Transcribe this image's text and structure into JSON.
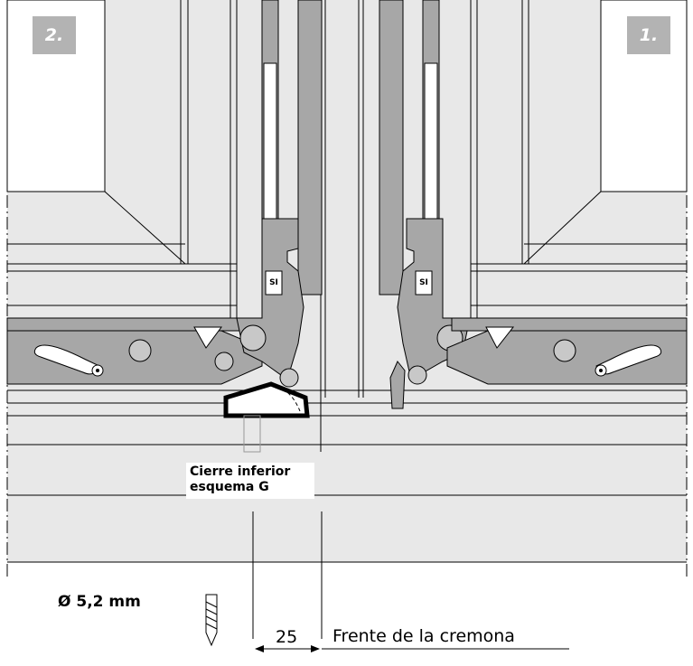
{
  "badges": {
    "left": "2.",
    "right": "1."
  },
  "callout": {
    "line1": "Cierre inferior",
    "line2": "esquema G"
  },
  "drill": {
    "label": "Ø 5,2 mm",
    "icon": "drill-bit-icon"
  },
  "dimension": {
    "value": "25",
    "reference_label": "Frente de la cremona"
  },
  "hardware_marking": "SI",
  "colors": {
    "frame_fill": "#e6e6e6",
    "hardware_fill": "#a7a7a7",
    "line": "#000000",
    "badge": "#b3b3b3"
  }
}
